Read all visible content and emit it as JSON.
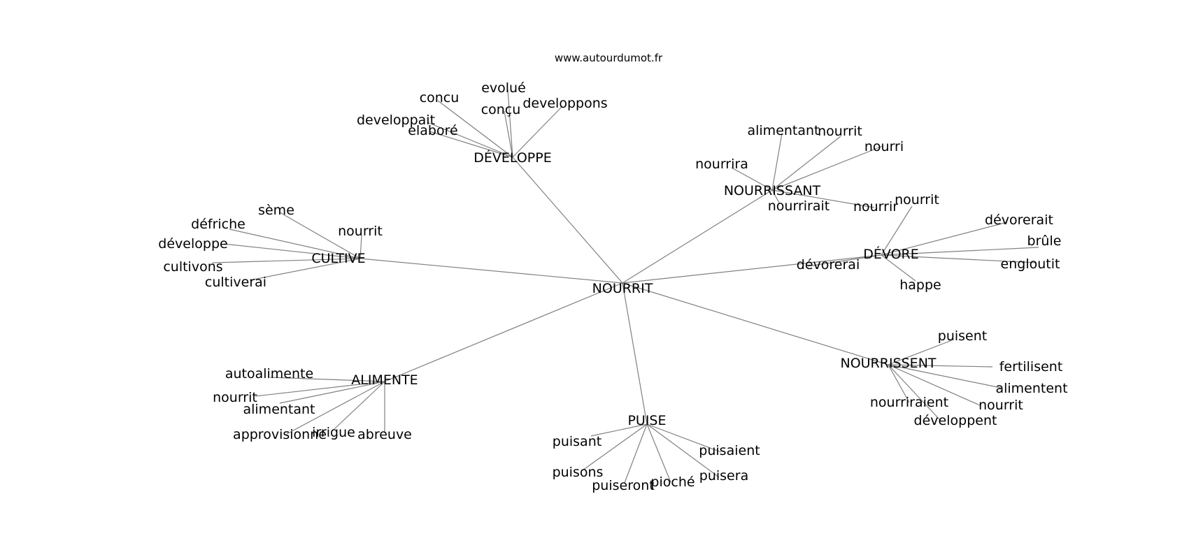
{
  "site": "www.autourdumot.fr",
  "colors": {
    "edge": "#808080",
    "text": "#000000",
    "background": "#ffffff"
  },
  "graph": {
    "center": "NOURRIT",
    "clusters": [
      {
        "hub": "DÉVELOPPE",
        "leaves": [
          "concu",
          "evolué",
          "conçu",
          "developpons",
          "developpait",
          "elaboré"
        ]
      },
      {
        "hub": "NOURRISSANT",
        "leaves": [
          "alimentant",
          "nourrit",
          "nourri",
          "nourrira",
          "nourrirait",
          "nourrir"
        ]
      },
      {
        "hub": "CULTIVE",
        "leaves": [
          "sème",
          "défriche",
          "nourrit",
          "développe",
          "cultivons",
          "cultiverai"
        ]
      },
      {
        "hub": "DÉVORE",
        "leaves": [
          "nourrit",
          "dévorerait",
          "brûle",
          "engloutit",
          "dévorerai",
          "happe"
        ]
      },
      {
        "hub": "ALIMENTE",
        "leaves": [
          "autoalimente",
          "nourrit",
          "alimentant",
          "approvisionne",
          "irrigue",
          "abreuve"
        ]
      },
      {
        "hub": "NOURRISSENT",
        "leaves": [
          "puisent",
          "fertilisent",
          "alimentent",
          "nourrit",
          "nourriraient",
          "développent"
        ]
      },
      {
        "hub": "PUISE",
        "leaves": [
          "puisant",
          "puisaient",
          "puisons",
          "puisera",
          "puiseront",
          "pioché"
        ]
      }
    ]
  }
}
